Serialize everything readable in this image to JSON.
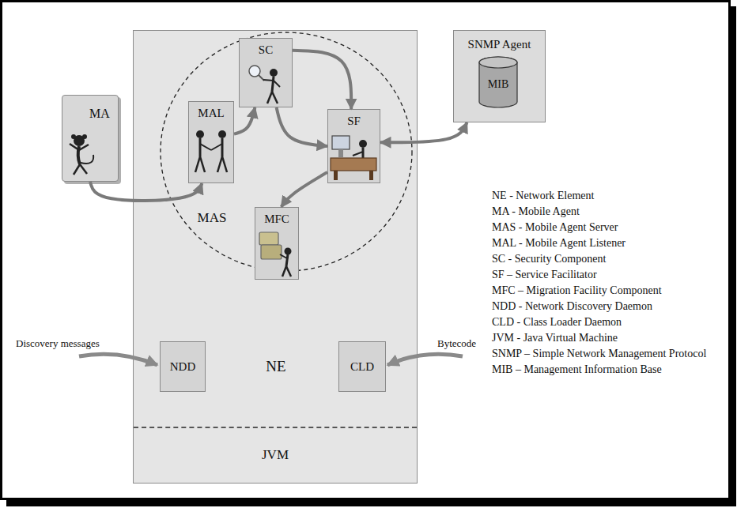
{
  "diagram": {
    "nodes": [
      {
        "text": [
          "NE"
        ]
      },
      {
        "text": [
          "MAS"
        ],
        "in": 0
      },
      {
        "text": [
          "SC"
        ],
        "in": 1
      },
      {
        "text": [
          "MAL"
        ],
        "in": 1
      },
      {
        "text": [
          "SF"
        ],
        "in": 1
      },
      {
        "text": [
          "MFC"
        ],
        "in": 1
      },
      {
        "text": [
          "NDD"
        ],
        "in": 0
      },
      {
        "text": [
          "CLD"
        ],
        "in": 0
      },
      {
        "text": [
          "JVM"
        ],
        "in": 0
      },
      {
        "text": [
          "MA"
        ]
      },
      {
        "text": [
          "SNMP Agent"
        ]
      },
      {
        "text": [
          "MIB"
        ],
        "in": 10
      }
    ],
    "edges": [
      {
        "from": 9,
        "to": 3,
        "arrow": "to"
      },
      {
        "from": 3,
        "to": 2,
        "arrow": "to"
      },
      {
        "from": 2,
        "to": 4,
        "arrow": "to"
      },
      {
        "from": 2,
        "to": 4,
        "arrow": "to"
      },
      {
        "from": 4,
        "to": 5,
        "arrow": "to"
      },
      {
        "from": 4,
        "to": 10,
        "arrow": "both"
      }
    ],
    "labels": [
      "Discovery messages",
      "Bytecode"
    ],
    "legend": [
      {
        "text": "NE - Network Element"
      },
      {
        "text": "MA - Mobile Agent"
      },
      {
        "text": "MAS - Mobile Agent Server"
      },
      {
        "text": "MAL - Mobile Agent Listener"
      },
      {
        "text": "SC - Security Component"
      },
      {
        "text": "SF – Service Facilitator"
      },
      {
        "text": "MFC – Migration Facility Component"
      },
      {
        "text": "NDD - Network Discovery Daemon"
      },
      {
        "text": "CLD - Class Loader Daemon"
      },
      {
        "text": "JVM - Java Virtual Machine"
      },
      {
        "text": "SNMP – Simple Network Management Protocol"
      },
      {
        "text": "MIB – Management Information Base"
      }
    ]
  }
}
